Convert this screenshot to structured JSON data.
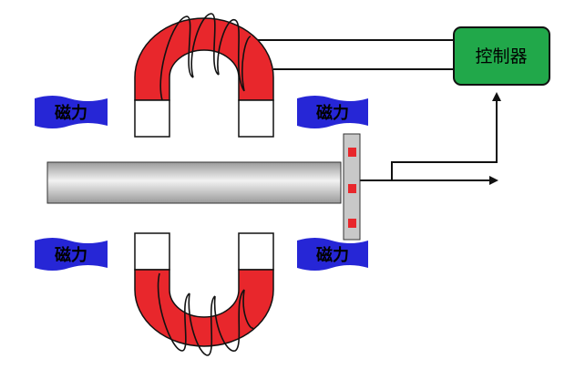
{
  "controller": {
    "label": "控制器",
    "fill": "#21a84a",
    "stroke": "#111111"
  },
  "force_labels": [
    "磁力",
    "磁力",
    "磁力",
    "磁力"
  ],
  "colors": {
    "magnet_red": "#e8272c",
    "magnet_white": "#ffffff",
    "label_fill": "#2626d6",
    "label_text": "#000000",
    "rotor_light": "#f2f2f2",
    "rotor_dark": "#9a9a9a",
    "sensor_plate": "#c8c8c8",
    "sensor_mark": "#e8272c",
    "wire": "#111111"
  }
}
